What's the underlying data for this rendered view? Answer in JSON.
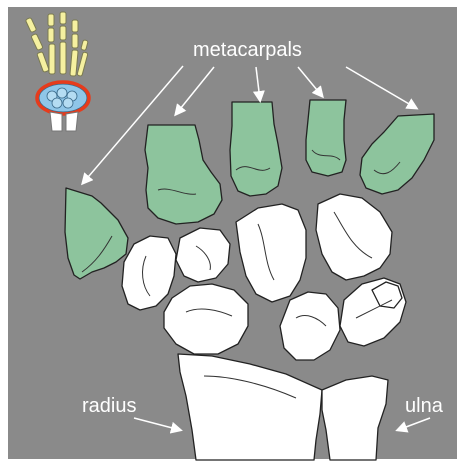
{
  "labels": {
    "metacarpals": "metacarpals",
    "radius": "radius",
    "ulna": "ulna"
  },
  "colors": {
    "background": "#8a8a8a",
    "metacarpal_fill": "#8dc49d",
    "carpal_fill": "#ffffff",
    "outline": "#222222",
    "label_text": "#ffffff",
    "thumbnail_ring": "#e63b1c",
    "thumbnail_carpals": "#8fc6e8",
    "thumbnail_bones": "#f5f0a0"
  },
  "icons": {
    "thumbnail": "hand-skeleton-icon"
  }
}
